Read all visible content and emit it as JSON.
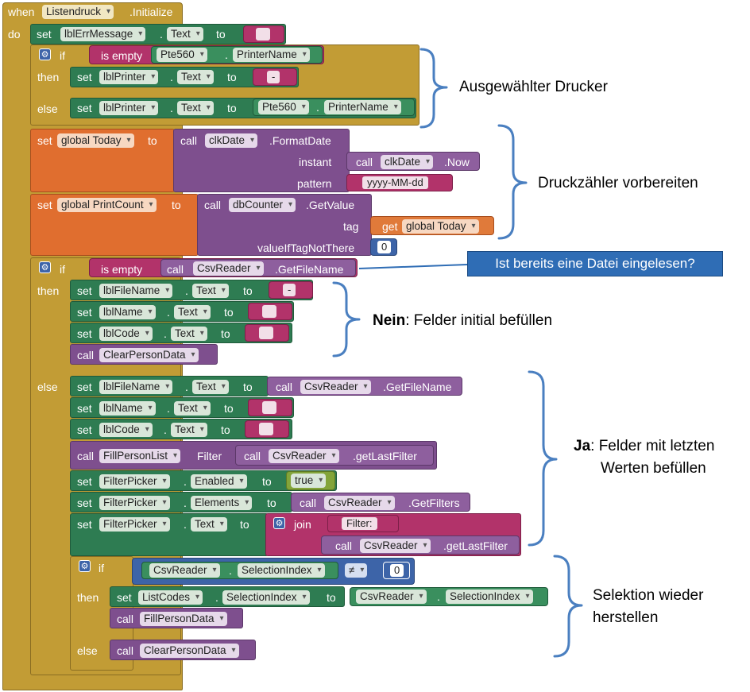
{
  "event": {
    "when": "when",
    "component": "Listendruck",
    "handler": ".Initialize",
    "do": "do"
  },
  "kw": {
    "set": "set",
    "to": "to",
    "call": "call",
    "if": "if",
    "then": "then",
    "else": "else",
    "is_empty": "is empty",
    "instant": "instant",
    "pattern": "pattern",
    "tag": "tag",
    "value_if_tag_not_there": "valueIfTagNotThere",
    "get": "get",
    "join": "join",
    "filter_param": "Filter",
    "neq": "≠",
    "dot": "."
  },
  "blocks": {
    "b1": {
      "comp": "lblErrMessage",
      "prop": "Text",
      "str": ""
    },
    "if1": {
      "comp": "Pte560",
      "prop": "PrinterName"
    },
    "b2": {
      "comp": "lblPrinter",
      "prop": "Text",
      "str": "-"
    },
    "b3": {
      "comp": "lblPrinter",
      "prop": "Text",
      "comp2": "Pte560",
      "prop2": "PrinterName"
    },
    "b4": {
      "var": "global Today",
      "comp": "clkDate",
      "method": ".FormatDate",
      "comp2": "clkDate",
      "method2": ".Now",
      "str": "yyyy-MM-dd"
    },
    "b5": {
      "var": "global PrintCount",
      "comp": "dbCounter",
      "method": ".GetValue",
      "getvar": "global Today",
      "num": "0"
    },
    "if2": {
      "comp": "CsvReader",
      "method": ".GetFileName"
    },
    "b6": {
      "comp": "lblFileName",
      "prop": "Text",
      "str": "-"
    },
    "b7": {
      "comp": "lblName",
      "prop": "Text",
      "str": ""
    },
    "b8": {
      "comp": "lblCode",
      "prop": "Text",
      "str": ""
    },
    "b9": {
      "proc": "ClearPersonData"
    },
    "b10": {
      "comp": "lblFileName",
      "prop": "Text",
      "comp2": "CsvReader",
      "method2": ".GetFileName"
    },
    "b11": {
      "comp": "lblName",
      "prop": "Text",
      "str": ""
    },
    "b12": {
      "comp": "lblCode",
      "prop": "Text",
      "str": ""
    },
    "b13": {
      "proc": "FillPersonList",
      "comp2": "CsvReader",
      "method2": ".getLastFilter"
    },
    "b14": {
      "comp": "FilterPicker",
      "prop": "Enabled",
      "bool": "true"
    },
    "b15": {
      "comp": "FilterPicker",
      "prop": "Elements",
      "comp2": "CsvReader",
      "method2": ".GetFilters"
    },
    "b16": {
      "comp": "FilterPicker",
      "prop": "Text",
      "str": "Filter: ",
      "comp2": "CsvReader",
      "method2": ".getLastFilter"
    },
    "if3": {
      "comp": "CsvReader",
      "prop": "SelectionIndex",
      "num": "0"
    },
    "b17": {
      "comp": "ListCodes",
      "prop": "SelectionIndex",
      "comp2": "CsvReader",
      "prop2": "SelectionIndex"
    },
    "b18": {
      "proc": "FillPersonData"
    },
    "b19": {
      "proc": "ClearPersonData"
    }
  },
  "annotations": {
    "a1": "Ausgewählter Drucker",
    "a2": "Druckzähler vorbereiten",
    "callout": "Ist bereits eine Datei eingelesen?",
    "a3_bold": "Nein",
    "a3_rest": ": Felder initial befüllen",
    "a4_bold": "Ja",
    "a4_line1": ": Felder mit letzten",
    "a4_line2": "Werten befüllen",
    "a5_line1": "Selektion wieder",
    "a5_line2": "herstellen"
  },
  "colors": {
    "event": "#c29c35",
    "component": "#2e7c52",
    "procedure": "#7e4f8e",
    "variable": "#e06e2f",
    "text": "#b2336a",
    "math": "#3d64a8",
    "logic": "#83a43a",
    "brace": "#4a7fc0",
    "callout": "#2f6db5"
  }
}
